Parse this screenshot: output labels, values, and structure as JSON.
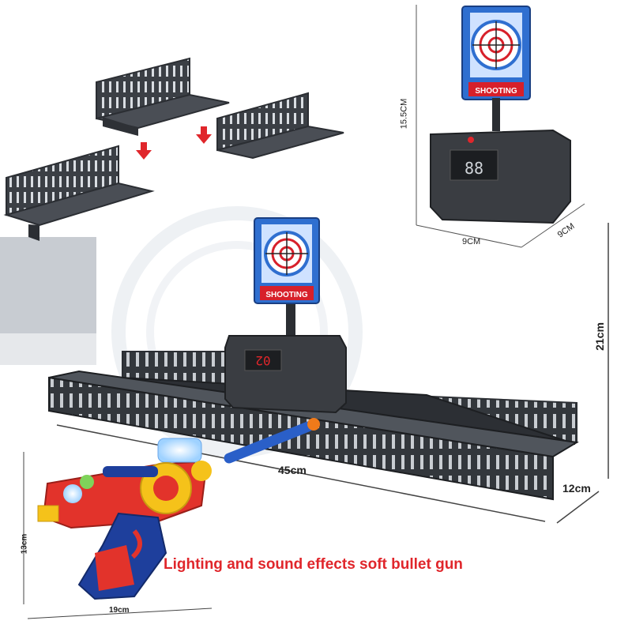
{
  "dimensions": {
    "small_target_height": "15.5CM",
    "small_target_width": "9CM",
    "small_target_depth": "9CM",
    "track_height": "21cm",
    "track_length": "45cm",
    "track_depth": "12cm",
    "gun_height": "13cm",
    "gun_length": "19cm"
  },
  "target_sign_label": "SHOOTING",
  "score_display": "88",
  "track_score_display": "02",
  "caption": "Lighting and sound effects soft bullet gun",
  "colors": {
    "caption": "#e0262b",
    "track": "#3d4147",
    "target_blue": "#2f6fd0",
    "target_red": "#d7202a",
    "gun_red": "#e2332b",
    "gun_blue": "#1e3f9c",
    "gun_yellow": "#f5c21a",
    "dart_blue": "#2a5fc8",
    "dart_tip": "#f07a1a"
  }
}
